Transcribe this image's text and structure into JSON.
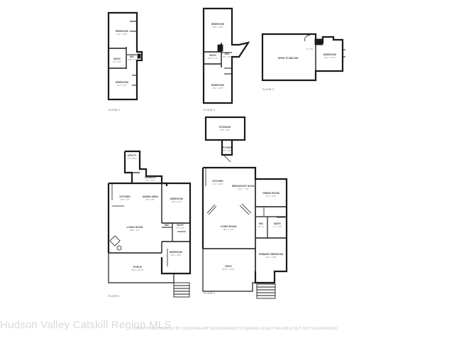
{
  "floors": {
    "floor_2": "FLOOR 2",
    "floor_3": "FLOOR 3",
    "floor_4": "FLOOR 4",
    "floor_1": "FLOOR 1",
    "floor_2b": "FLOOR 2"
  },
  "rooms": {
    "f2_bedroom_top": {
      "name": "BEDROOM",
      "dims": "11'1\" x 10'2\""
    },
    "f2_bath": {
      "name": "BATH",
      "dims": "7'6\" x 5'9\""
    },
    "f2_wic": {
      "name": "WIC",
      "dims": "3'10\" x 1'"
    },
    "f2_bedroom_bottom": {
      "name": "BEDROOM",
      "dims": "11'3\" x 11'7\""
    },
    "f4_bedroom_top": {
      "name": "BEDROOM",
      "dims": "10'1\" x 10'8\""
    },
    "f4_bath": {
      "name": "BATH",
      "dims": "5'10\" x 7'5\""
    },
    "f4_wic": {
      "name": "WIC",
      "dims": "3'6\" x 2'8\""
    },
    "f4_bedroom_bottom": {
      "name": "BEDROOM",
      "dims": "11'2\" x 10'8\""
    },
    "f3_open": {
      "name": "OPEN TO BELOW",
      "dims": ""
    },
    "f3_bedroom": {
      "name": "BEDROOM",
      "dims": "11'3\" x 12'11\""
    },
    "f3_stair": {
      "name": "",
      "dims": "8' x 6'9\""
    },
    "f1_utility": {
      "name": "UTILITY",
      "dims": "7'6\" x 5'11\""
    },
    "f1_laundry": {
      "name": "LAUNDRY",
      "dims": "8'5\" x 4'11\""
    },
    "f1_kitchen": {
      "name": "KITCHEN",
      "dims": "11'8\" x 8'4\""
    },
    "f1_dining": {
      "name": "DINING AREA",
      "dims": "8'5\" x 8'8\""
    },
    "f1_bedroom_right": {
      "name": "BEDROOM",
      "dims": "10'3\" x 13'7\""
    },
    "f1_bath": {
      "name": "BATH",
      "dims": "7'4\" x 7'6\""
    },
    "f1_wic": {
      "name": "WIC",
      "dims": ""
    },
    "f1_living": {
      "name": "LIVING ROOM",
      "dims": "18'8\" x 15'7\""
    },
    "f1_bedroom_bottom": {
      "name": "BEDROOM",
      "dims": "10'3\" x 11'8\""
    },
    "f1_porch": {
      "name": "PORCH",
      "dims": "35'3\" x 16'10\""
    },
    "f2b_storage": {
      "name": "STORAGE",
      "dims": "14'5\" x 9'6\""
    },
    "f2b_foyer": {
      "name": "FOYER",
      "dims": "6'8\" x 5'8\""
    },
    "f2b_kitchen": {
      "name": "KITCHEN",
      "dims": "11'3\" x 12'2\""
    },
    "f2b_breakfast": {
      "name": "BREAKFAST NOOK",
      "dims": "20'1\" x 7'10\""
    },
    "f2b_dining": {
      "name": "DINING ROOM",
      "dims": "11'3\" x 13'4\""
    },
    "f2b_living": {
      "name": "LIVING ROOM",
      "dims": "18'1\" x 17'3\""
    },
    "f2b_bath": {
      "name": "BATH",
      "dims": "7'7\" x 7'6\""
    },
    "f2b_wic": {
      "name": "WIC",
      "dims": "5'1\" x 3'"
    },
    "f2b_primary": {
      "name": "PRIMARY BEDROOM",
      "dims": "13'3\" x 13'8\""
    },
    "f2b_deck": {
      "name": "DECK",
      "dims": "18'10\" x 10'11\""
    }
  },
  "watermark": "Hudson Valley Catskill Region MLS",
  "disclaimer": "FLOOR PLAN CREATED BY CUBICASA APP. MEASUREMENTS DEEMED HIGHLY RELIABLE BUT NOT GUARANTEED."
}
